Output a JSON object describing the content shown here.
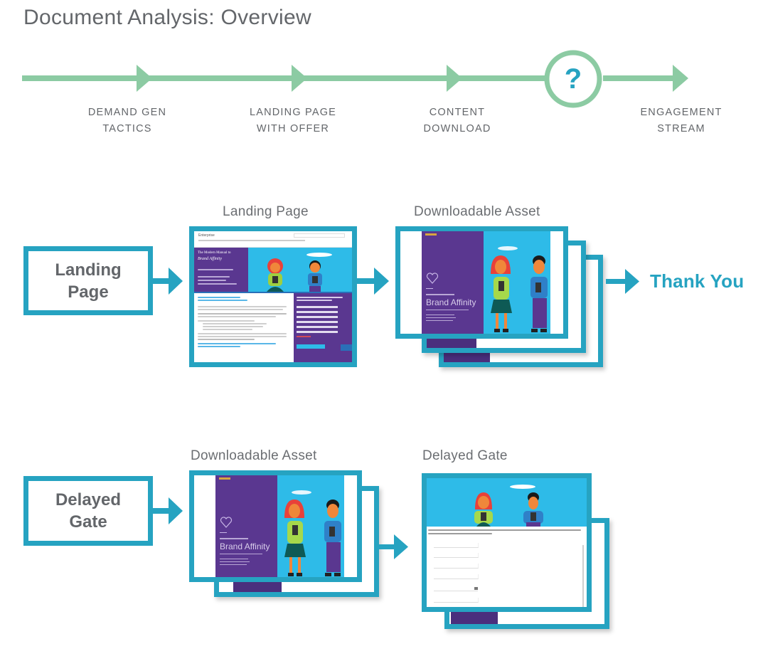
{
  "title": "Document Analysis: Overview",
  "colors": {
    "timeline_green": "#8ccba3",
    "accent_teal": "#26a3c1",
    "text_gray": "#63666a",
    "asset_purple": "#5a3790",
    "asset_sky": "#2ebbe8"
  },
  "timeline": {
    "steps": [
      {
        "line1": "DEMAND GEN",
        "line2": "TACTICS"
      },
      {
        "line1": "LANDING PAGE",
        "line2": "WITH OFFER"
      },
      {
        "line1": "CONTENT",
        "line2": "DOWNLOAD"
      },
      {
        "line1": "ENGAGEMENT",
        "line2": "STREAM"
      }
    ],
    "unknown_step_icon": "question-mark-icon",
    "unknown_step_glyph": "?"
  },
  "flows": [
    {
      "stage_label_line1": "Landing",
      "stage_label_line2": "Page",
      "first_caption": "Landing Page",
      "second_caption": "Downloadable Asset",
      "result_label": "Thank You",
      "asset_title": "Brand Affinity"
    },
    {
      "stage_label_line1": "Delayed",
      "stage_label_line2": "Gate",
      "first_caption": "Downloadable Asset",
      "second_caption": "Delayed Gate",
      "asset_title": "Brand Affinity"
    }
  ],
  "thumbnails": {
    "landing_page": {
      "brand": "Enterprise",
      "hero_heading": "The Modern Manual to",
      "hero_subheading": "Brand Affinity"
    }
  }
}
